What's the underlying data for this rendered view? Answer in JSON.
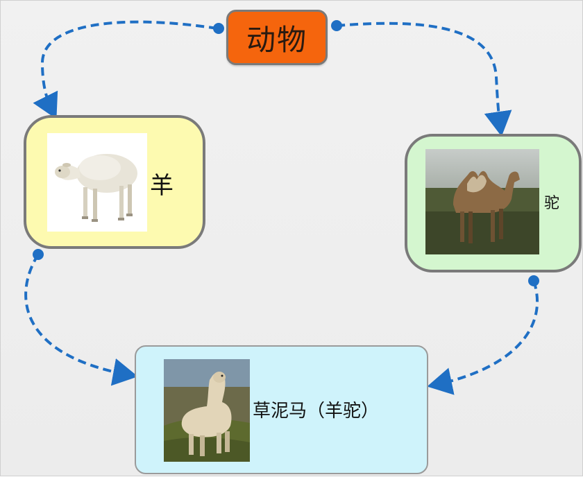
{
  "root": {
    "label": "动物"
  },
  "nodes": {
    "sheep": {
      "label": "羊",
      "image": "sheep-photo"
    },
    "camel": {
      "label": "驼",
      "image": "camel-photo"
    },
    "alpaca": {
      "label": "草泥马（羊驼）",
      "image": "alpaca-photo"
    }
  },
  "colors": {
    "root_fill": "#f5650d",
    "sheep_fill": "#fdfab0",
    "camel_fill": "#d4f6cf",
    "alpaca_fill": "#cff3fb",
    "connector": "#1f6fc4"
  }
}
